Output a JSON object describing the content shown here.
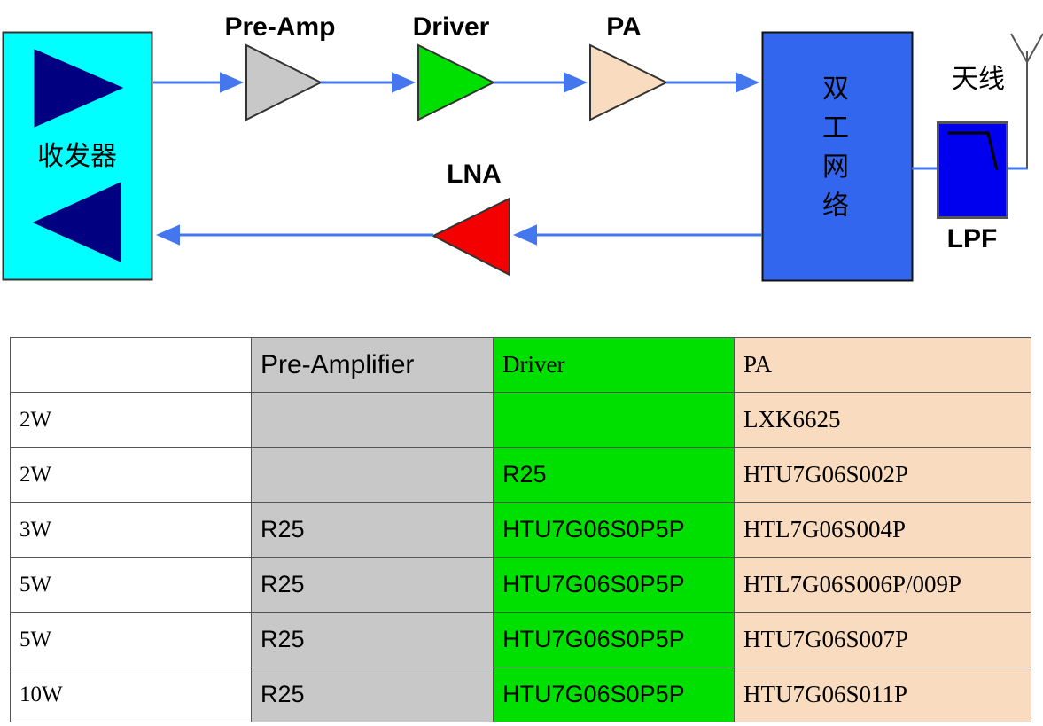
{
  "diagram": {
    "title_nodes": {
      "pre_amp": "Pre-Amp",
      "driver": "Driver",
      "pa": "PA",
      "lna": "LNA",
      "lpf": "LPF",
      "antenna": "天线",
      "transceiver": "收发器",
      "duplexer_line1": "双",
      "duplexer_line2": "工",
      "duplexer_line3": "网",
      "duplexer_line4": "络"
    },
    "colors": {
      "transceiver_fill": "#00ffff",
      "transceiver_arrow_fill": "#000080",
      "pre_amp_fill": "#c8c8c8",
      "driver_fill": "#00e000",
      "pa_fill": "#f9dcc0",
      "lna_fill": "#f40000",
      "duplexer_fill": "#3366ee",
      "lpf_fill": "#0000ee",
      "signal_line": "#4477ee",
      "antenna_line": "#555555",
      "outline": "#333333"
    }
  },
  "table": {
    "headers": [
      "",
      "Pre-Amplifier",
      "Driver",
      "PA"
    ],
    "rows": [
      {
        "power": "2W",
        "pre": "",
        "driver": "",
        "pa": "LXK6625"
      },
      {
        "power": "2W",
        "pre": "",
        "driver": "R25",
        "pa": "HTU7G06S002P"
      },
      {
        "power": "3W",
        "pre": "R25",
        "driver": "HTU7G06S0P5P",
        "pa": "HTL7G06S004P"
      },
      {
        "power": "5W",
        "pre": "R25",
        "driver": "HTU7G06S0P5P",
        "pa": "HTL7G06S006P/009P"
      },
      {
        "power": "5W",
        "pre": "R25",
        "driver": "HTU7G06S0P5P",
        "pa": "HTU7G06S007P"
      },
      {
        "power": "10W",
        "pre": "R25",
        "driver": "HTU7G06S0P5P",
        "pa": "HTU7G06S011P"
      }
    ]
  }
}
